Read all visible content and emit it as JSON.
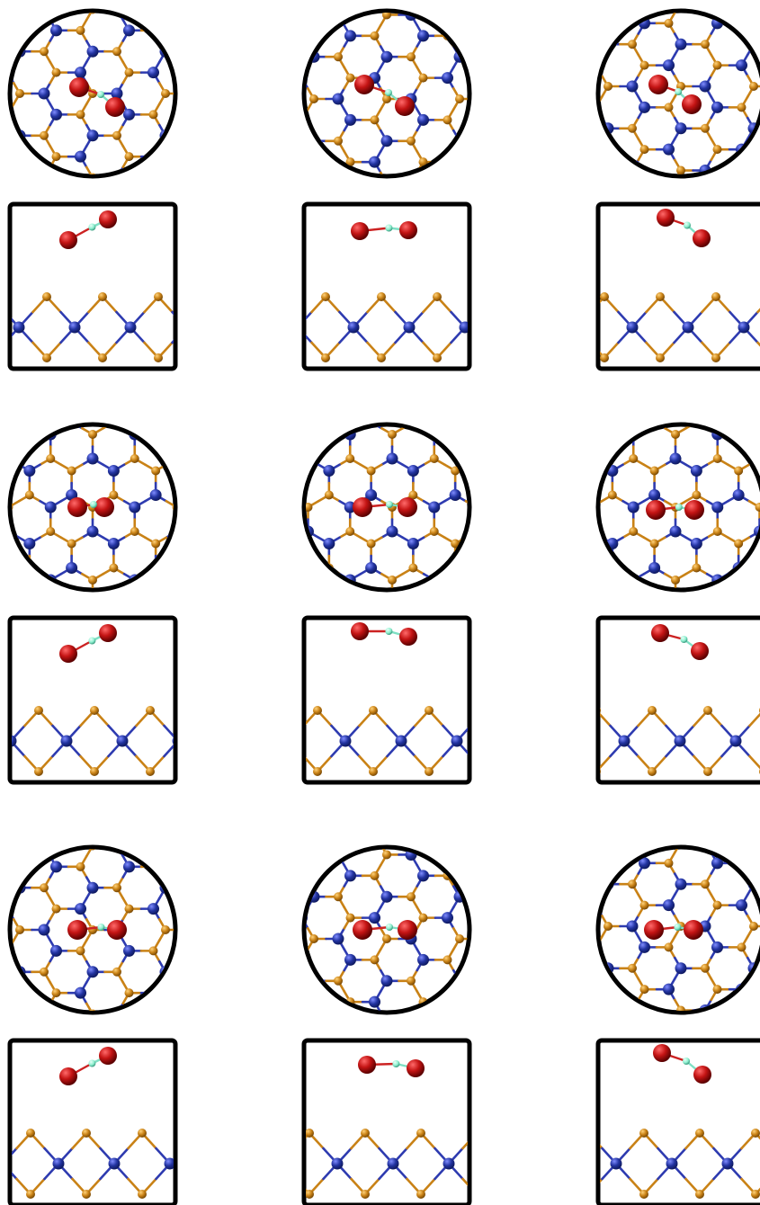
{
  "colors": {
    "background": "#ffffff",
    "frame": "#000000",
    "atom_a": "#c98216",
    "atom_a_dark": "#7a4a06",
    "atom_b": "#2233a0",
    "atom_b_dark": "#0f1a60",
    "oxygen": "#c41414",
    "oxygen_dark": "#5a0000",
    "hydrogen": "#8ff0d0",
    "hydrogen_dark": "#3a9c80"
  },
  "panels": [
    {
      "row": 1,
      "column": 1,
      "top_view": "circle",
      "side_view": "square"
    },
    {
      "row": 1,
      "column": 2,
      "top_view": "circle",
      "side_view": "square"
    },
    {
      "row": 1,
      "column": 3,
      "top_view": "circle",
      "side_view": "square"
    },
    {
      "row": 2,
      "column": 1,
      "top_view": "circle",
      "side_view": "square"
    },
    {
      "row": 2,
      "column": 2,
      "top_view": "circle",
      "side_view": "square"
    },
    {
      "row": 2,
      "column": 3,
      "top_view": "circle",
      "side_view": "square"
    },
    {
      "row": 3,
      "column": 1,
      "top_view": "circle",
      "side_view": "square"
    },
    {
      "row": 3,
      "column": 2,
      "top_view": "circle",
      "side_view": "square"
    },
    {
      "row": 3,
      "column": 3,
      "top_view": "circle",
      "side_view": "square"
    }
  ]
}
